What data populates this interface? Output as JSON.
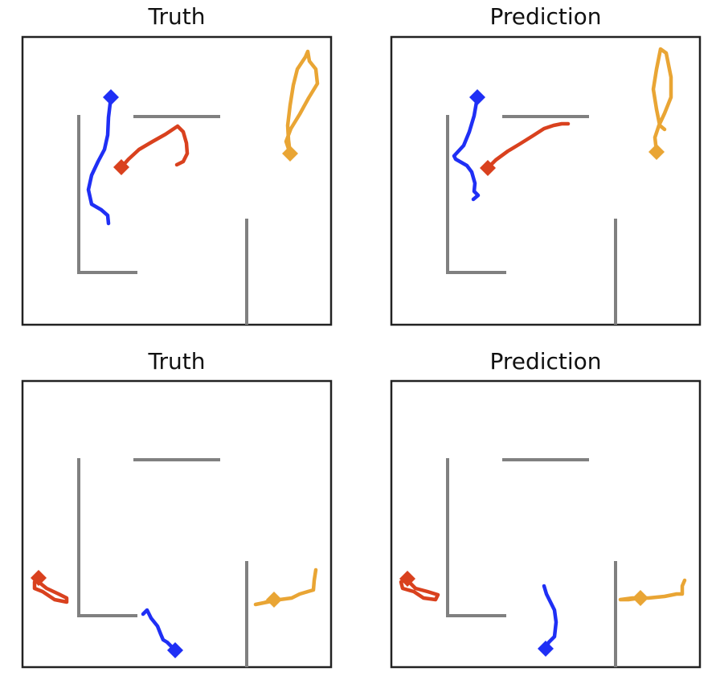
{
  "colors": {
    "blue": "#1f2ff5",
    "red": "#d9411e",
    "orange": "#e9a534",
    "wall": "#808080",
    "frame": "#222222"
  },
  "panels": [
    {
      "title": "Truth",
      "agents": [
        {
          "color": "blue",
          "points": [
            [
              110,
              75
            ],
            [
              107,
              100
            ],
            [
              106,
              122
            ],
            [
              102,
              140
            ],
            [
              94,
              155
            ],
            [
              86,
              172
            ],
            [
              82,
              190
            ],
            [
              86,
              208
            ],
            [
              98,
              215
            ],
            [
              106,
              222
            ],
            [
              107,
              232
            ]
          ],
          "start": [
            110,
            75
          ]
        },
        {
          "color": "red",
          "points": [
            [
              123,
              162
            ],
            [
              132,
              152
            ],
            [
              145,
              140
            ],
            [
              162,
              130
            ],
            [
              178,
              121
            ],
            [
              193,
              111
            ],
            [
              200,
              118
            ],
            [
              204,
              132
            ],
            [
              205,
              145
            ],
            [
              200,
              155
            ],
            [
              192,
              159
            ]
          ],
          "start": [
            123,
            162
          ]
        },
        {
          "color": "orange",
          "points": [
            [
              333,
              145
            ],
            [
              328,
              130
            ],
            [
              334,
              114
            ],
            [
              345,
              96
            ],
            [
              356,
              76
            ],
            [
              367,
              58
            ],
            [
              365,
              40
            ],
            [
              357,
              30
            ],
            [
              355,
              18
            ],
            [
              352,
              25
            ],
            [
              342,
              40
            ],
            [
              337,
              60
            ],
            [
              333,
              85
            ],
            [
              330,
              110
            ],
            [
              331,
              128
            ],
            [
              333,
              145
            ]
          ],
          "start": [
            333,
            145
          ]
        }
      ]
    },
    {
      "title": "Prediction",
      "agents": [
        {
          "color": "blue",
          "points": [
            [
              107,
              75
            ],
            [
              103,
              98
            ],
            [
              97,
              118
            ],
            [
              90,
              135
            ],
            [
              78,
              148
            ],
            [
              80,
              152
            ],
            [
              94,
              160
            ],
            [
              100,
              168
            ],
            [
              104,
              182
            ],
            [
              103,
              192
            ],
            [
              108,
              197
            ],
            [
              102,
              202
            ]
          ],
          "start": [
            107,
            75
          ]
        },
        {
          "color": "red",
          "points": [
            [
              120,
              163
            ],
            [
              130,
              153
            ],
            [
              145,
              142
            ],
            [
              160,
              133
            ],
            [
              176,
              123
            ],
            [
              190,
              114
            ],
            [
              202,
              110
            ],
            [
              212,
              108
            ],
            [
              220,
              108
            ]
          ],
          "start": [
            120,
            163
          ]
        },
        {
          "color": "orange",
          "points": [
            [
              330,
              143
            ],
            [
              328,
              125
            ],
            [
              333,
              110
            ],
            [
              340,
              95
            ],
            [
              348,
              75
            ],
            [
              348,
              50
            ],
            [
              342,
              20
            ],
            [
              335,
              15
            ],
            [
              330,
              40
            ],
            [
              326,
              65
            ],
            [
              330,
              90
            ],
            [
              334,
              110
            ],
            [
              340,
              115
            ]
          ],
          "start": [
            330,
            143
          ]
        }
      ]
    },
    {
      "title": "Truth",
      "agents": [
        {
          "color": "red",
          "points": [
            [
              20,
              245
            ],
            [
              15,
              250
            ],
            [
              15,
              258
            ],
            [
              25,
              262
            ],
            [
              40,
              272
            ],
            [
              55,
              275
            ],
            [
              55,
              270
            ],
            [
              45,
              265
            ],
            [
              30,
              258
            ],
            [
              20,
              250
            ],
            [
              18,
              245
            ]
          ],
          "start": [
            20,
            245
          ]
        },
        {
          "color": "blue",
          "points": [
            [
              190,
              335
            ],
            [
              185,
              330
            ],
            [
              180,
              325
            ],
            [
              175,
              322
            ],
            [
              172,
              315
            ],
            [
              168,
              305
            ],
            [
              160,
              295
            ],
            [
              155,
              285
            ],
            [
              150,
              290
            ]
          ],
          "start": [
            190,
            335
          ]
        },
        {
          "color": "orange",
          "points": [
            [
              313,
              272
            ],
            [
              300,
              276
            ],
            [
              290,
              278
            ],
            [
              305,
              275
            ],
            [
              320,
              272
            ],
            [
              335,
              270
            ],
            [
              345,
              265
            ],
            [
              355,
              262
            ],
            [
              362,
              260
            ],
            [
              363,
              248
            ],
            [
              365,
              235
            ]
          ],
          "start": [
            313,
            272
          ]
        }
      ]
    },
    {
      "title": "Prediction",
      "agents": [
        {
          "color": "red",
          "points": [
            [
              20,
              246
            ],
            [
              12,
              250
            ],
            [
              14,
              258
            ],
            [
              28,
              262
            ],
            [
              40,
              270
            ],
            [
              55,
              272
            ],
            [
              58,
              266
            ],
            [
              45,
              262
            ],
            [
              30,
              258
            ],
            [
              22,
              250
            ]
          ],
          "start": [
            20,
            246
          ]
        },
        {
          "color": "blue",
          "points": [
            [
              192,
              333
            ],
            [
              196,
              325
            ],
            [
              203,
              318
            ],
            [
              205,
              300
            ],
            [
              203,
              285
            ],
            [
              198,
              275
            ],
            [
              193,
              265
            ],
            [
              190,
              255
            ]
          ],
          "start": [
            192,
            333
          ]
        },
        {
          "color": "orange",
          "points": [
            [
              310,
              270
            ],
            [
              295,
              272
            ],
            [
              285,
              272
            ],
            [
              300,
              270
            ],
            [
              320,
              270
            ],
            [
              340,
              268
            ],
            [
              355,
              265
            ],
            [
              362,
              265
            ],
            [
              362,
              255
            ],
            [
              365,
              248
            ]
          ],
          "start": [
            310,
            270
          ]
        }
      ]
    }
  ]
}
